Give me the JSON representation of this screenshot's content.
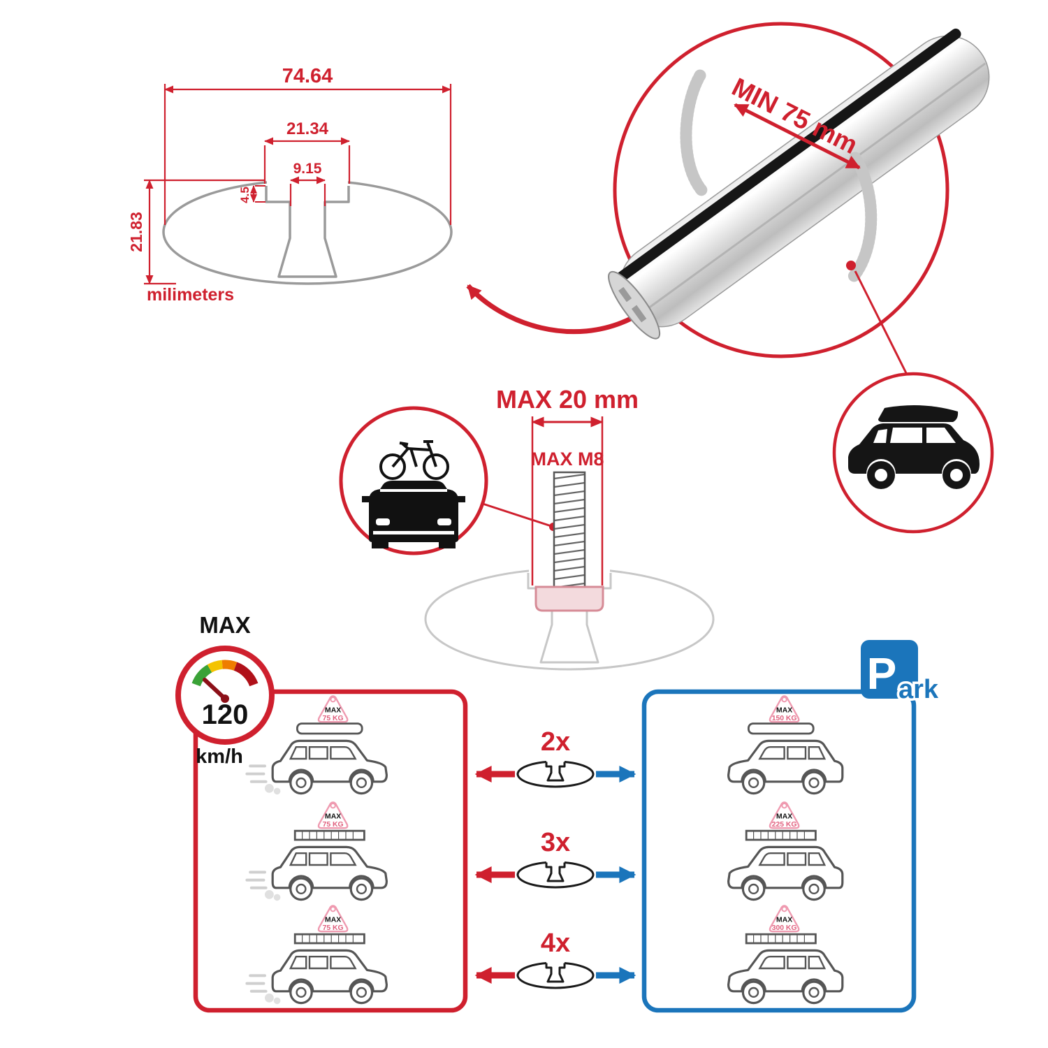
{
  "colors": {
    "red": "#cf202e",
    "blue": "#1b75bb",
    "gray": "#9a9a9a",
    "pink": "#ef9ab0"
  },
  "cross_section": {
    "width_total": "74.64",
    "width_opening": "21.34",
    "width_throat": "9.15",
    "lip_depth": "4.5",
    "height_total": "21.83",
    "units_label": "milimeters"
  },
  "bar_detail": {
    "min_span_label": "MIN 75 mm"
  },
  "bolt_detail": {
    "max_width_label": "MAX 20 mm",
    "max_bolt_label": "MAX M8"
  },
  "speed_limit": {
    "max_label": "MAX",
    "value": "120",
    "units_label": "km/h"
  },
  "park_sign": {
    "letter": "P",
    "suffix": "ark"
  },
  "comparison": {
    "rows": [
      {
        "multiplier": "2x",
        "drive_badge": {
          "label": "MAX",
          "value": "75 KG"
        },
        "park_badge": {
          "label": "MAX",
          "value": "150 KG"
        }
      },
      {
        "multiplier": "3x",
        "drive_badge": {
          "label": "MAX",
          "value": "75 KG"
        },
        "park_badge": {
          "label": "MAX",
          "value": "225 KG"
        }
      },
      {
        "multiplier": "4x",
        "drive_badge": {
          "label": "MAX",
          "value": "75 KG"
        },
        "park_badge": {
          "label": "MAX",
          "value": "300 KG"
        }
      }
    ]
  }
}
